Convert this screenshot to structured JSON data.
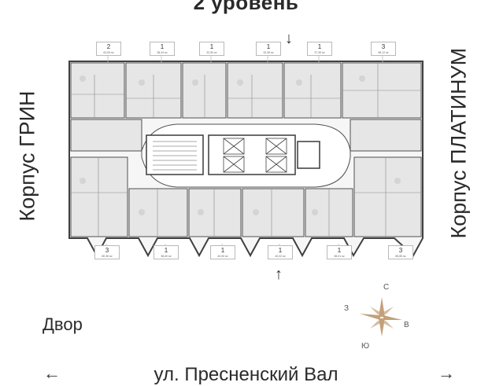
{
  "title": "2 уровень",
  "labels": {
    "left_building": "Корпус ГРИН",
    "right_building": "Корпус ПЛАТИНУМ",
    "yard": "Двор",
    "street": "ул. Пресненский Вал"
  },
  "compass": {
    "north": "С",
    "east": "В",
    "south": "Ю",
    "west": "З",
    "color": "#c4a07a"
  },
  "colors": {
    "apartment_fill": "#e8e8e8",
    "wall": "#404040",
    "core_fill": "#ffffff"
  },
  "top_apartments": [
    {
      "rooms": "2",
      "area": "63,05 м²"
    },
    {
      "rooms": "1",
      "area": "38,44 м²"
    },
    {
      "rooms": "1",
      "area": "32,90 м²"
    },
    {
      "rooms": "1",
      "area": "32,96 м²"
    },
    {
      "rooms": "1",
      "area": "37,95 м²"
    },
    {
      "rooms": "3",
      "area": "98,12 м²"
    }
  ],
  "bottom_apartments": [
    {
      "rooms": "3",
      "area": "80,96 м²"
    },
    {
      "rooms": "1",
      "area": "38,60 м²"
    },
    {
      "rooms": "1",
      "area": "40,00 м²"
    },
    {
      "rooms": "1",
      "area": "40,02 м²"
    },
    {
      "rooms": "1",
      "area": "38,01 м²"
    },
    {
      "rooms": "3",
      "area": "85,85 м²"
    }
  ]
}
